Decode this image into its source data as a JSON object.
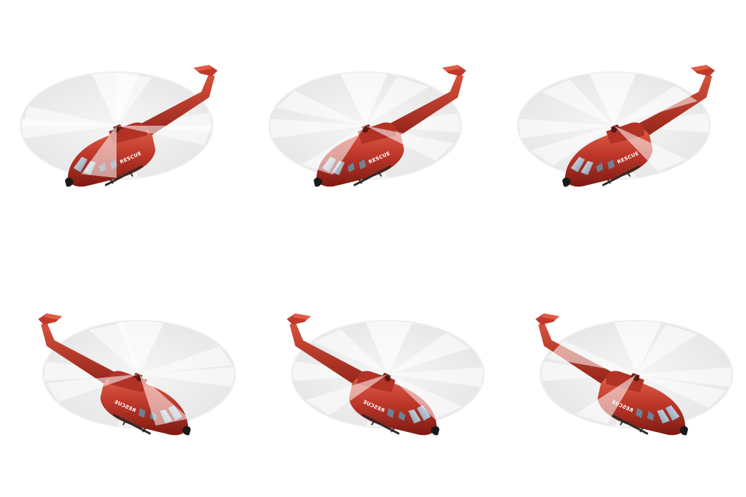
{
  "sprite_sheet": {
    "frames": [
      {
        "id": "frame-1",
        "facing": "left",
        "rotor_phase": 0,
        "label": "RESCUE"
      },
      {
        "id": "frame-2",
        "facing": "left",
        "rotor_phase": 20,
        "label": "RESCUE"
      },
      {
        "id": "frame-3",
        "facing": "left",
        "rotor_phase": 40,
        "label": "RESCUE"
      },
      {
        "id": "frame-4",
        "facing": "right",
        "rotor_phase": 10,
        "label": "RESCUE"
      },
      {
        "id": "frame-5",
        "facing": "right",
        "rotor_phase": 30,
        "label": "RESCUE"
      },
      {
        "id": "frame-6",
        "facing": "right",
        "rotor_phase": 50,
        "label": "RESCUE"
      }
    ],
    "colors": {
      "background": "#ffffff",
      "body": "#c0392b",
      "body_dark": "#8e1f16",
      "body_light": "#e25c45",
      "window": "#9fb6c8",
      "skid": "#2b2b2b",
      "nose": "#1a1a1a",
      "rotor_blur": "#e6e6e6"
    }
  }
}
